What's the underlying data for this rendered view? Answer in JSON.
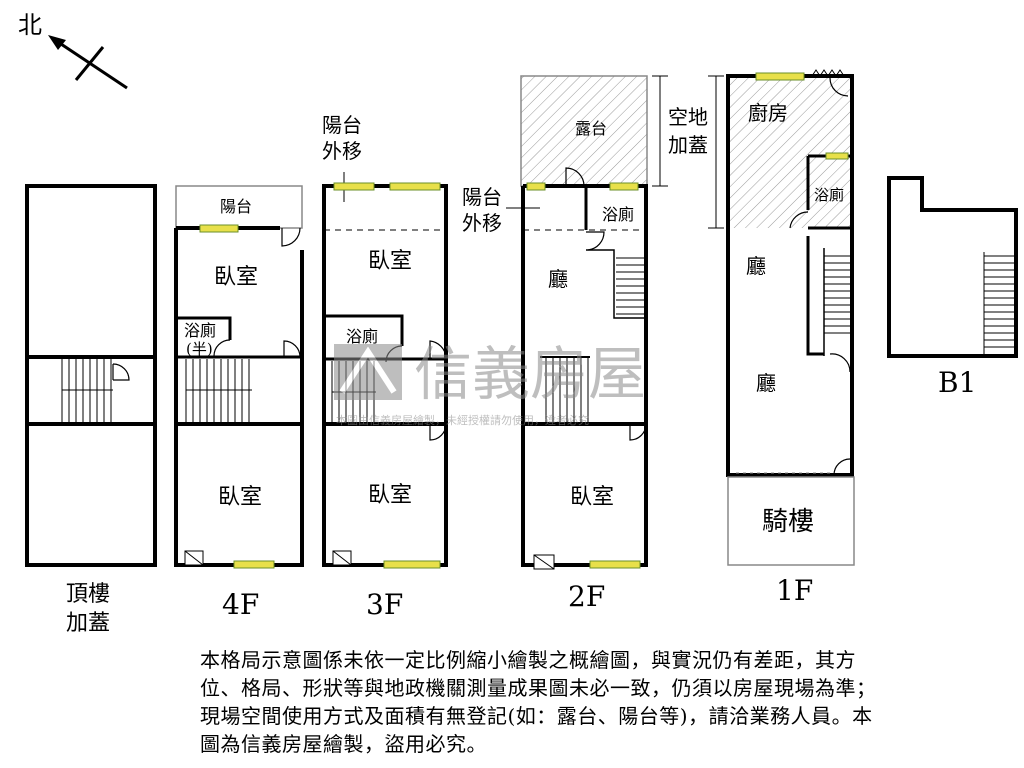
{
  "compass": {
    "label": "北"
  },
  "floors": {
    "roof": {
      "label_line1": "頂樓",
      "label_line2": "加蓋"
    },
    "f4": {
      "label": "4F",
      "balcony": "陽台",
      "bedroom_top": "臥室",
      "bath_line1": "浴廁",
      "bath_line2": "(半)",
      "bedroom_bottom": "臥室"
    },
    "f3": {
      "label": "3F",
      "note_line1": "陽台",
      "note_line2": "外移",
      "bedroom_top": "臥室",
      "bath": "浴廁",
      "bedroom_bottom": "臥室"
    },
    "f2": {
      "label": "2F",
      "terrace": "露台",
      "note_line1": "陽台",
      "note_line2": "外移",
      "bath": "浴廁",
      "hall": "廳",
      "bedroom": "臥室"
    },
    "f1": {
      "label": "1F",
      "note_line1": "空地",
      "note_line2": "加蓋",
      "kitchen": "廚房",
      "bath": "浴廁",
      "hall_top": "廳",
      "hall_bottom": "廳",
      "arcade": "騎樓"
    },
    "b1": {
      "label": "B1"
    }
  },
  "watermark": {
    "brand": "信義房屋",
    "notice": "本圖由信義房屋繪製，未經授權請勿使用，違者必究"
  },
  "disclaimer": "本格局示意圖係未依一定比例縮小繪製之概繪圖，與實況仍有差距，其方位、格局、形狀等與地政機關測量成果圖未必一致，仍須以房屋現場為準；現場空間使用方式及面積有無登記(如：露台、陽台等)，請洽業務人員。本圖為信義房屋繪製，盜用必究。",
  "colors": {
    "wall": "#000000",
    "window": "#e8e04a",
    "window_edge": "#6b8f2a",
    "hatch": "#9a9a9a",
    "watermark": "#8a8a8a"
  }
}
